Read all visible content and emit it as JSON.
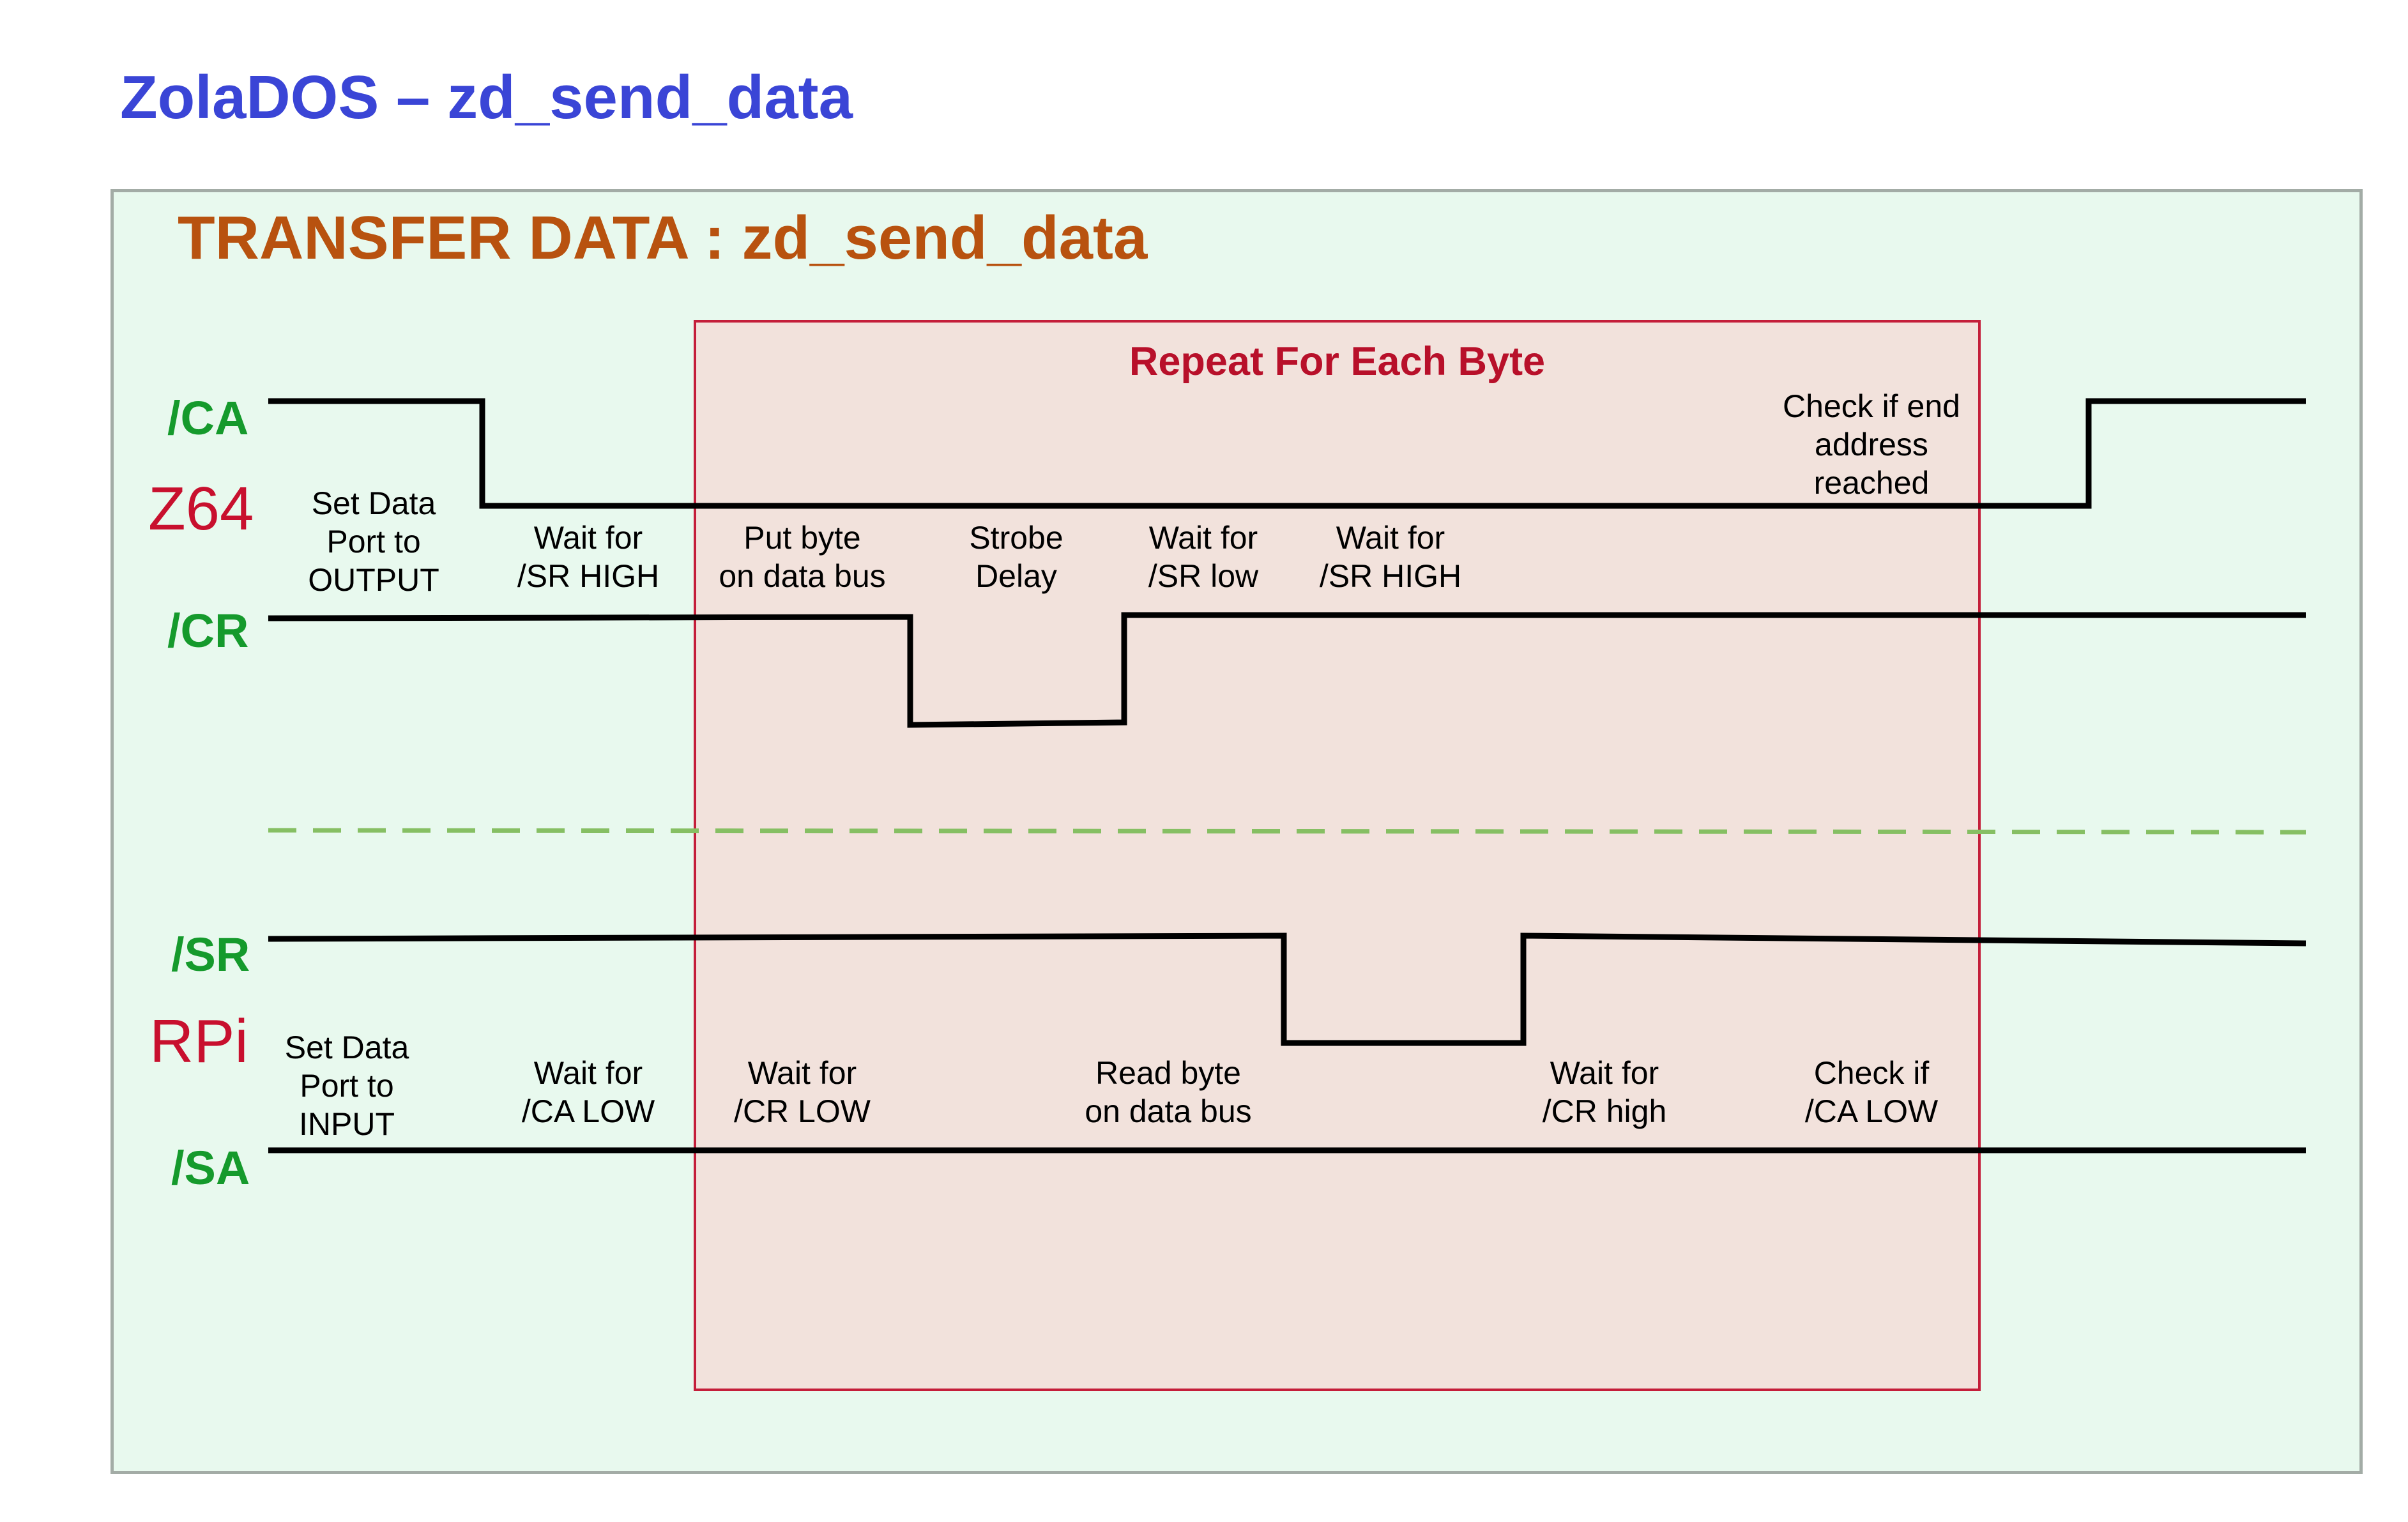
{
  "page_title": "ZolaDOS – zd_send_data",
  "section_title": "TRANSFER DATA : zd_send_data",
  "repeat_title": "Repeat For Each Byte",
  "signals": {
    "ca": "/CA",
    "cr": "/CR",
    "sr": "/SR",
    "sa": "/SA"
  },
  "devices": {
    "z64": "Z64",
    "rpi": "RPi"
  },
  "z64_notes": {
    "set_port": "Set Data\nPort to\nOUTPUT",
    "wait_sr_high_1": "Wait for\n/SR HIGH",
    "put_byte": "Put byte\non data bus",
    "strobe": "Strobe\nDelay",
    "wait_sr_low": "Wait for\n/SR low",
    "wait_sr_high_2": "Wait for\n/SR HIGH",
    "check_end": "Check if end\naddress\nreached"
  },
  "rpi_notes": {
    "set_port": "Set Data\nPort to\nINPUT",
    "wait_ca_low": "Wait for\n/CA LOW",
    "wait_cr_low": "Wait for\n/CR LOW",
    "read_byte": "Read byte\non data bus",
    "wait_cr_high": "Wait for\n/CR high",
    "check_ca_low": "Check if\n/CA LOW"
  },
  "colors": {
    "title": "#3a45d6",
    "section_title": "#b8520f",
    "signal_label": "#159a2c",
    "device_label": "#c8102e",
    "panel_bg": "#e8f9ee",
    "repeat_bg": "#f2e2dc",
    "repeat_border": "#c41e3a",
    "divider": "#86bf63",
    "waveform": "#000000"
  }
}
